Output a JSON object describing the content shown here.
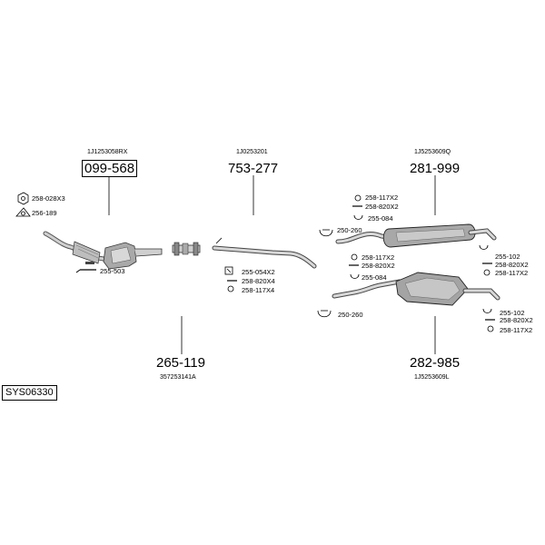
{
  "diagram_id": "SYS06330",
  "parts": {
    "front": {
      "code": "099-568",
      "ref": "1J1253058RX"
    },
    "middle_front": {
      "code": "753-277",
      "ref": "1J0253201"
    },
    "rear_a": {
      "code": "281-999",
      "ref": "1J5253609Q"
    },
    "front_pipe": {
      "code": "265-119",
      "ref": "357253141A"
    },
    "rear_b": {
      "code": "282-985",
      "ref": "1J5253609L"
    }
  },
  "accessories": {
    "nut": "258-028X3",
    "gasket": "256-189",
    "front_bracket": "255-503",
    "clamp_mid": "255-054X2",
    "bolt_mid": "258-820X4",
    "ring_mid": "258-117X4",
    "ring_rearA_top": "258-117X2",
    "bolt_rearA_top": "258-820X2",
    "hanger_rearA_top": "255-084",
    "clamp_rearA": "250-260",
    "hanger_rearA_right": "255-102",
    "bolt_rearA_right": "258-820X2",
    "ring_rearA_right": "258-117X2",
    "ring_rearB_top": "258-117X2",
    "bolt_rearB_top": "258-820X2",
    "hanger_rearB_top": "255-084",
    "clamp_rearB": "250-260",
    "hanger_rearB_right": "255-102",
    "bolt_rearB_right": "258-820X2",
    "ring_rearB_right": "258-117X2"
  }
}
